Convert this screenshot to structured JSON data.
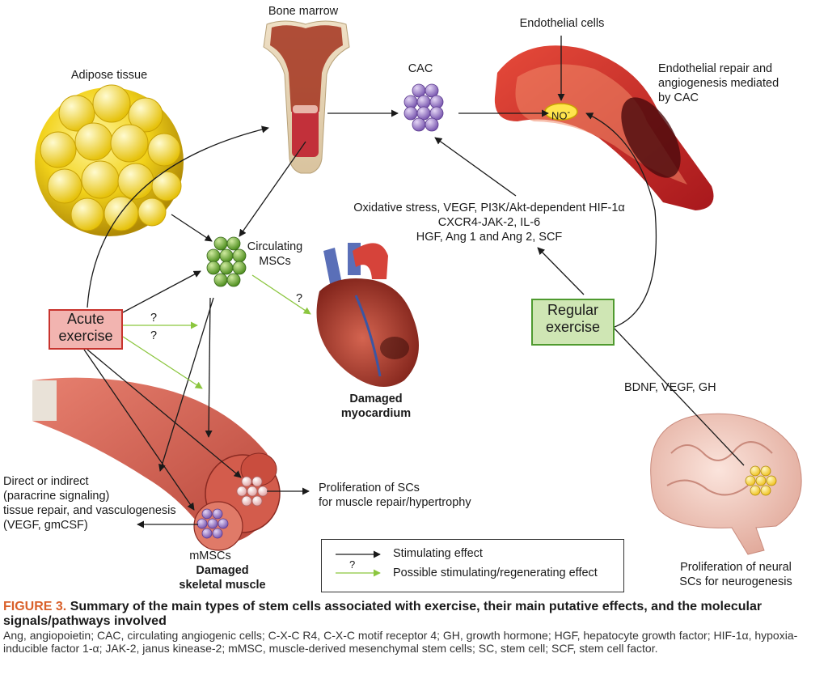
{
  "labels": {
    "bone_marrow": "Bone marrow",
    "endothelial_cells": "Endothelial cells",
    "adipose_tissue": "Adipose tissue",
    "cac": "CAC",
    "no_label": "NO",
    "endothelial_repair_1": "Endothelial repair and",
    "endothelial_repair_2": "angiogenesis mediated",
    "endothelial_repair_3": "by CAC",
    "circulating_msc_1": "Circulating",
    "circulating_msc_2": "MSCs",
    "signals_1": "Oxidative stress, VEGF, PI3K/Akt-dependent HIF-1α",
    "signals_2": "CXCR4-JAK-2, IL-6",
    "signals_3": "HGF, Ang 1 and Ang 2, SCF",
    "acute_exercise_1": "Acute",
    "acute_exercise_2": "exercise",
    "regular_exercise_1": "Regular",
    "regular_exercise_2": "exercise",
    "question_1": "?",
    "question_2": "?",
    "question_3": "?",
    "damaged_myocardium_1": "Damaged",
    "damaged_myocardium_2": "myocardium",
    "bdnf": "BDNF, VEGF, GH",
    "repair_1": "Direct or indirect",
    "repair_2": "(paracrine signaling)",
    "repair_3": "tissue repair, and vasculogenesis",
    "repair_4": "(VEGF, gmCSF)",
    "prolif_sc_1": "Proliferation of SCs",
    "prolif_sc_2": "for muscle repair/hypertrophy",
    "mmscs": "mMSCs",
    "skeletal_1": "Damaged",
    "skeletal_2": "skeletal muscle",
    "neural_1": "Proliferation of neural",
    "neural_2": "SCs for neurogenesis"
  },
  "legend": {
    "stimulating": "Stimulating effect",
    "possible": "Possible stimulating/regenerating effect",
    "question": "?"
  },
  "caption": {
    "figure": "FIGURE 3.",
    "title": "Summary of the main types of stem cells associated with exercise, their main putative effects, and the molecular signals/pathways involved",
    "abbreviations": "Ang, angiopoietin; CAC, circulating angiogenic cells; C-X-C R4, C-X-C motif receptor 4; GH, growth hormone; HGF, hepatocyte growth factor; HIF-1α, hypoxia-inducible factor 1-α; JAK-2, janus kinease-2; mMSC, muscle-derived mesenchymal stem cells; SC, stem cell; SCF, stem cell factor."
  },
  "colors": {
    "stimulating_arrow": "#1a1a1a",
    "possible_arrow": "#8cc63f",
    "acute_box": "#f2b4b0",
    "regular_box": "#cfe6b4",
    "caption_figure": "#d9602a"
  }
}
